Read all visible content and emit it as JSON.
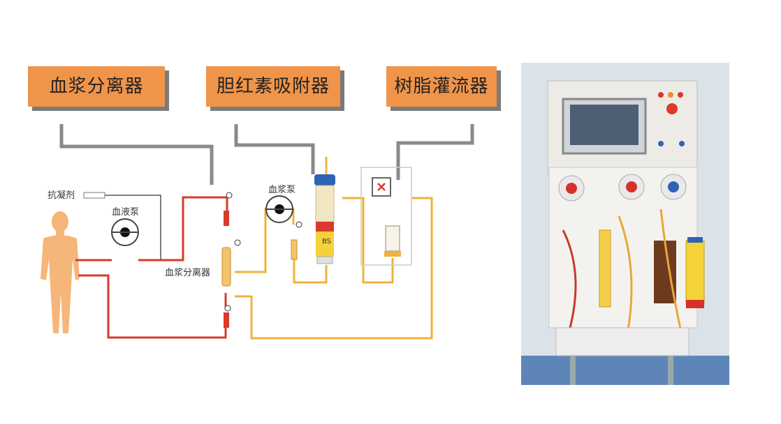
{
  "labels": {
    "plasma_separator_box": "血浆分离器",
    "bilirubin_adsorber_box": "胆红素吸附器",
    "resin_perfusion_box": "树脂灌流器"
  },
  "diagram_labels": {
    "anticoagulant": "抗凝剂",
    "blood_pump": "血液泵",
    "plasma_pump": "血浆泵",
    "plasma_separator": "血浆分离器",
    "adsorber_tag": "BS"
  },
  "colors": {
    "box_fill": "#f0944a",
    "box_shadow": "#7a7a7a",
    "blood_line": "#d93a2b",
    "plasma_line": "#f0b23a",
    "connector": "#8a8a8a",
    "human": "#f6b679"
  }
}
